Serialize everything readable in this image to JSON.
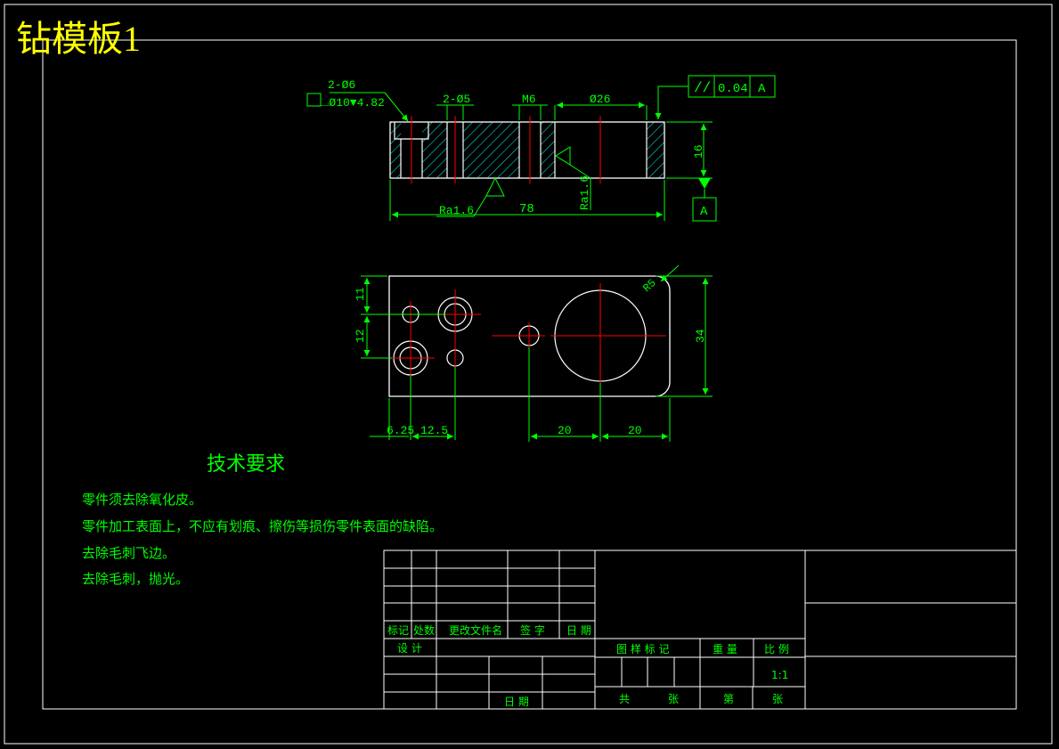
{
  "title": "钻模板1",
  "colors": {
    "background": "#000000",
    "outline": "#ffffff",
    "dimension": "#00ff00",
    "centerline": "#ff0000",
    "title": "#ffff00",
    "hatch": "#00ffff"
  },
  "front_view": {
    "callout_holes_top": "2-Ø6",
    "callout_holes_bottom": "⌴Ø10▼4.82",
    "label_2x5": "2-Ø5",
    "label_m6": "M6",
    "label_d26": "Ø26",
    "tolerance_symbol": "//",
    "tolerance_value": "0.04",
    "tolerance_datum": "A",
    "height": "16",
    "datum": "A",
    "roughness_left": "Ra1.6",
    "roughness_right": "Ra1.6",
    "length": "78"
  },
  "top_view": {
    "dim_11": "11",
    "dim_12": "12",
    "dim_34": "34",
    "radius": "R5",
    "dim_625": "6.25",
    "dim_125": "12.5",
    "dim_20a": "20",
    "dim_20b": "20"
  },
  "notes": {
    "heading": "技术要求",
    "items": [
      "零件须去除氧化皮。",
      "零件加工表面上，不应有划痕、擦伤等损伤零件表面的缺陷。",
      "去除毛刺飞边。",
      "去除毛刺，抛光。"
    ]
  },
  "title_block": {
    "h_mark": "标记",
    "h_count": "处数",
    "h_doc": "更改文件名",
    "h_sign": "签 字",
    "h_date": "日 期",
    "design": "设 计",
    "date": "日 期",
    "pattern_mark": "图 样 标 记",
    "weight": "重 量",
    "scale_label": "比 例",
    "scale": "1:1",
    "total": "共",
    "sheet_unit_a": "张",
    "sheet_no": "第",
    "sheet_unit_b": "张"
  }
}
